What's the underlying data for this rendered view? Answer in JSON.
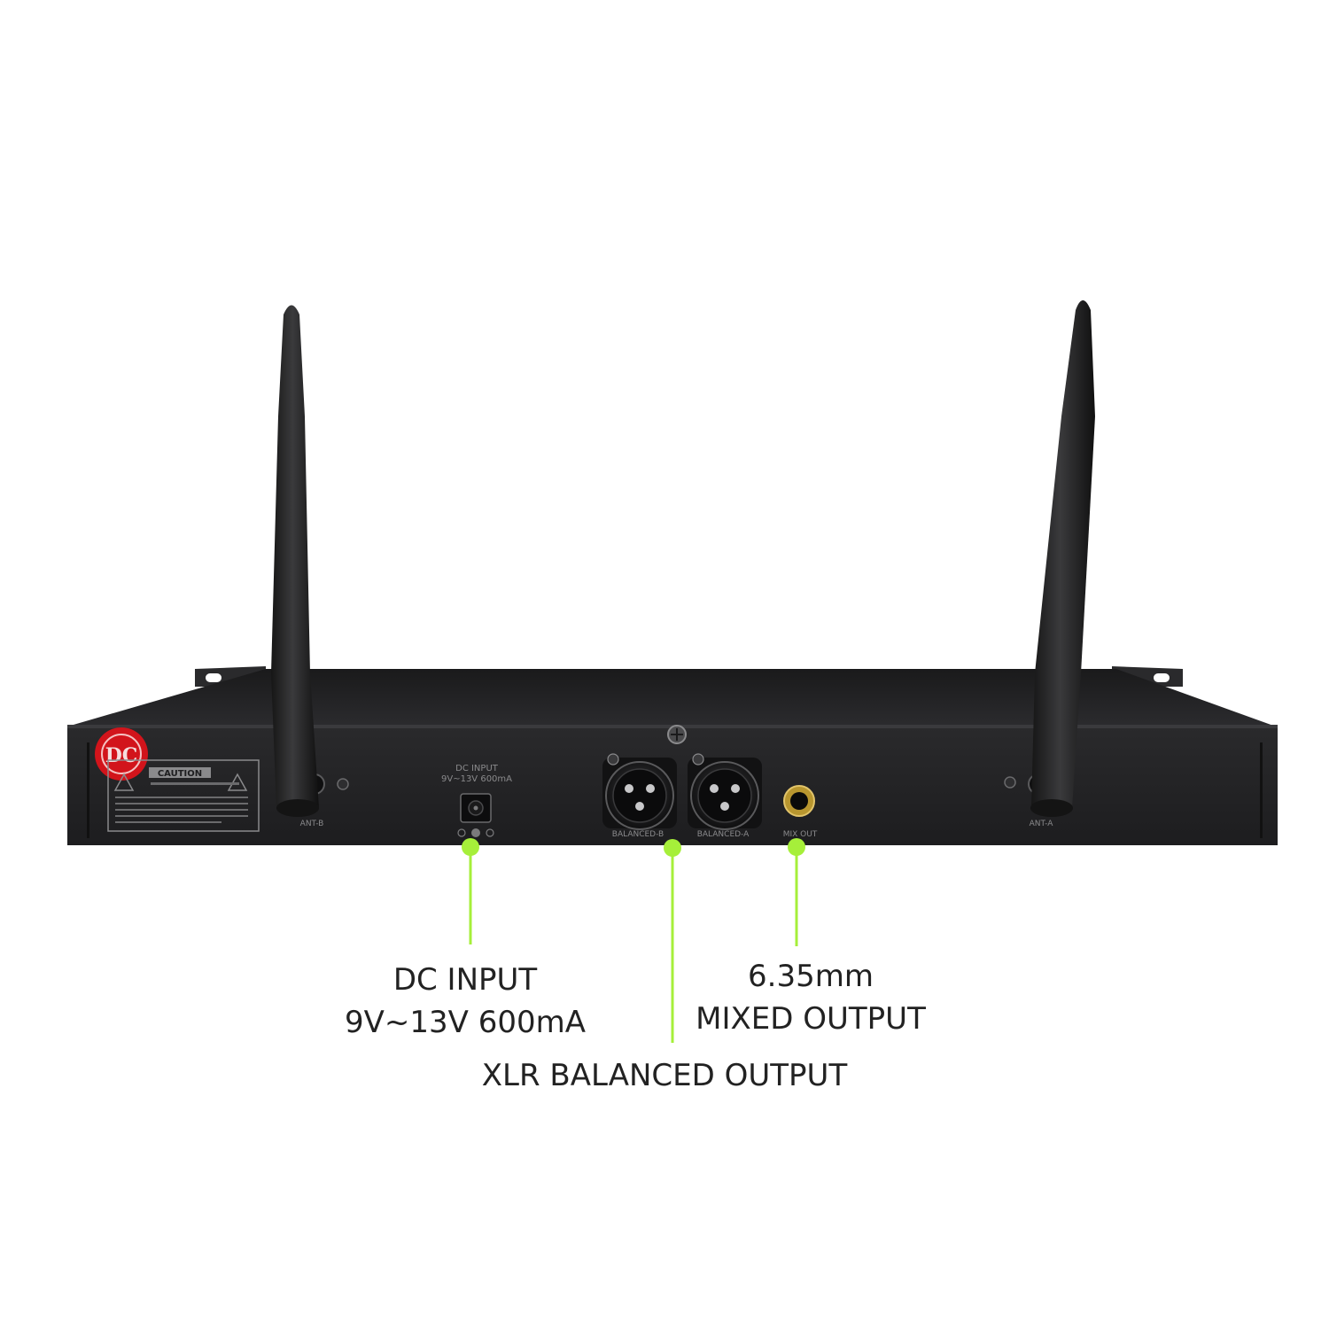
{
  "product": {
    "caution_label": "CAUTION",
    "dc_panel_label": "DC INPUT",
    "dc_panel_rating": "9V~13V 600mA",
    "ant_b_label": "ANT-B",
    "ant_a_label": "ANT-A",
    "balanced_b_label": "BALANCED-B",
    "balanced_a_label": "BALANCED-A",
    "mix_out_label": "MIX OUT"
  },
  "callouts": {
    "dc_input": {
      "line1": "DC INPUT",
      "line2": "9V~13V 600mA"
    },
    "mixed_output": {
      "line1": "6.35mm",
      "line2": "MIXED OUTPUT"
    },
    "xlr_output": {
      "line1": "XLR BALANCED OUTPUT"
    }
  },
  "colors": {
    "background": "#ffffff",
    "chassis": "#1c1c1e",
    "accent_green": "#a6ef3a",
    "label_text": "#222222",
    "logo_red": "#d2141b"
  }
}
